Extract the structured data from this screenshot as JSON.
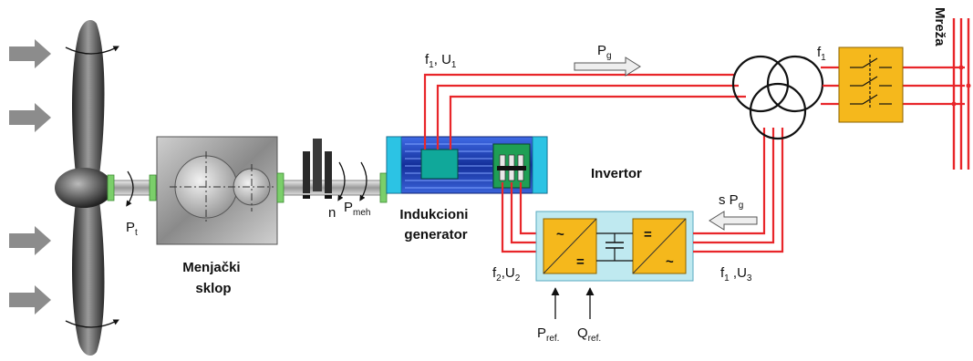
{
  "labels": {
    "gearbox": [
      "Menjački",
      "sklop"
    ],
    "generator": [
      "Indukcioni",
      "generator"
    ],
    "inverter": "Invertor",
    "grid": "Mreža"
  },
  "symbols": {
    "pt": {
      "main": "P",
      "sub": "t"
    },
    "n": "n",
    "pmeh": {
      "main": "P",
      "sub": "meh"
    },
    "f1u1": {
      "a": "f",
      "a_sub": "1",
      "b": ", U",
      "b_sub": "1"
    },
    "pg": {
      "main": "P",
      "sub": "g"
    },
    "f1_grid": {
      "main": "f",
      "sub": "1"
    },
    "spg": {
      "main": "s P",
      "sub": "g"
    },
    "f2u2": {
      "a": "f",
      "a_sub": "2",
      "b": ",U",
      "b_sub": "2"
    },
    "f1u3": {
      "a": "f",
      "a_sub": "1",
      "b": " ,U",
      "b_sub": "3"
    },
    "pref": {
      "main": "P",
      "sub": "ref."
    },
    "qref": {
      "main": "Q",
      "sub": "ref."
    },
    "conv_ac": "~",
    "conv_dc": "="
  },
  "colors": {
    "cable": "#e8262a",
    "converter": "#f5b81c",
    "converter_bg": "#bfe9f0",
    "generator_body": "#1c47c8",
    "generator_end": "#1fb6d8",
    "gearbox": "#b9b9b9",
    "arrow": "#8c8c8c"
  }
}
